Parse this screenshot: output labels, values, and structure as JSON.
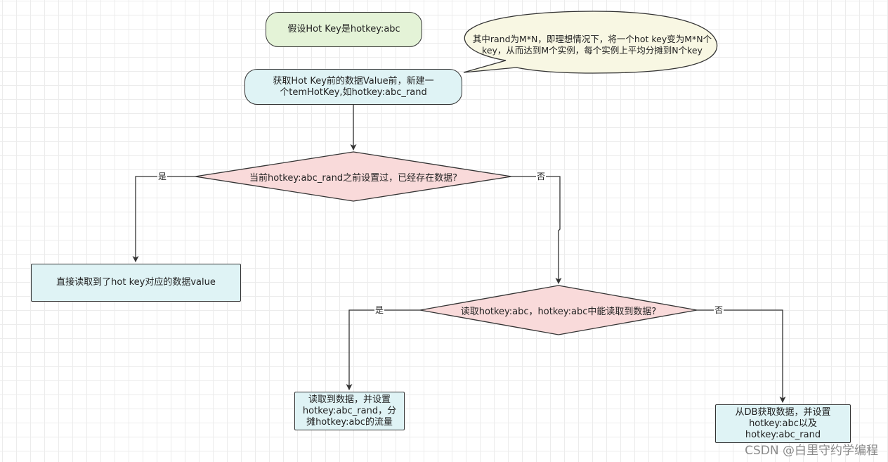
{
  "nodes": {
    "start": "假设Hot Key是hotkey:abc",
    "create_temp": "获取Hot Key前的数据Value前，新建一个temHotKey,如hotkey:abc_rand",
    "decision_1": "当前hotkey:abc_rand之前设置过，已经存在数据?",
    "direct_read": "直接读取到了hot key对应的数据value",
    "decision_2": "读取hotkey:abc，hotkey:abc中能读取到数据?",
    "read_and_set": "读取到数据，并设置hotkey:abc_rand，分摊hotkey:abc的流量",
    "db_fetch": "从DB获取数据，并设置hotkey:abc以及hotkey:abc_rand"
  },
  "callout": "其中rand为M*N，即理想情况下，将一个hot key变为M*N个key，从而达到M个实例，每个实例上平均分摊到N个key",
  "edges": {
    "d1_yes": "是",
    "d1_no": "否",
    "d2_yes": "是",
    "d2_no": "否"
  },
  "watermark": "CSDN @白里守约学编程",
  "colors": {
    "start_fill": "#e4f3d7",
    "process_fill": "#dff3f5",
    "decision_fill": "#f9dada",
    "callout_fill": "#f8f7e3",
    "stroke": "#333333"
  }
}
